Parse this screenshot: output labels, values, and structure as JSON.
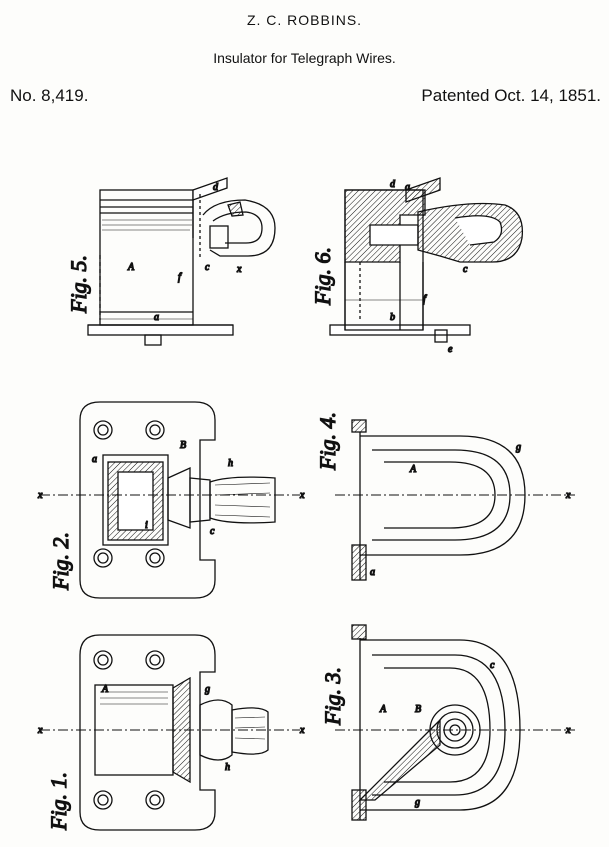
{
  "header": {
    "inventor": "Z. C. ROBBINS.",
    "title": "Insulator for Telegraph Wires.",
    "patent_number": "No. 8,419.",
    "patent_date": "Patented Oct. 14, 1851."
  },
  "figures": {
    "fig1": "Fig. 1.",
    "fig2": "Fig. 2.",
    "fig3": "Fig. 3.",
    "fig4": "Fig. 4.",
    "fig5": "Fig. 5.",
    "fig6": "Fig. 6."
  },
  "ref_letters": {
    "a": "a",
    "b": "b",
    "c": "c",
    "d": "d",
    "e": "e",
    "f": "f",
    "g": "g",
    "h": "h",
    "i": "i",
    "x": "x",
    "A": "A",
    "B": "B"
  }
}
